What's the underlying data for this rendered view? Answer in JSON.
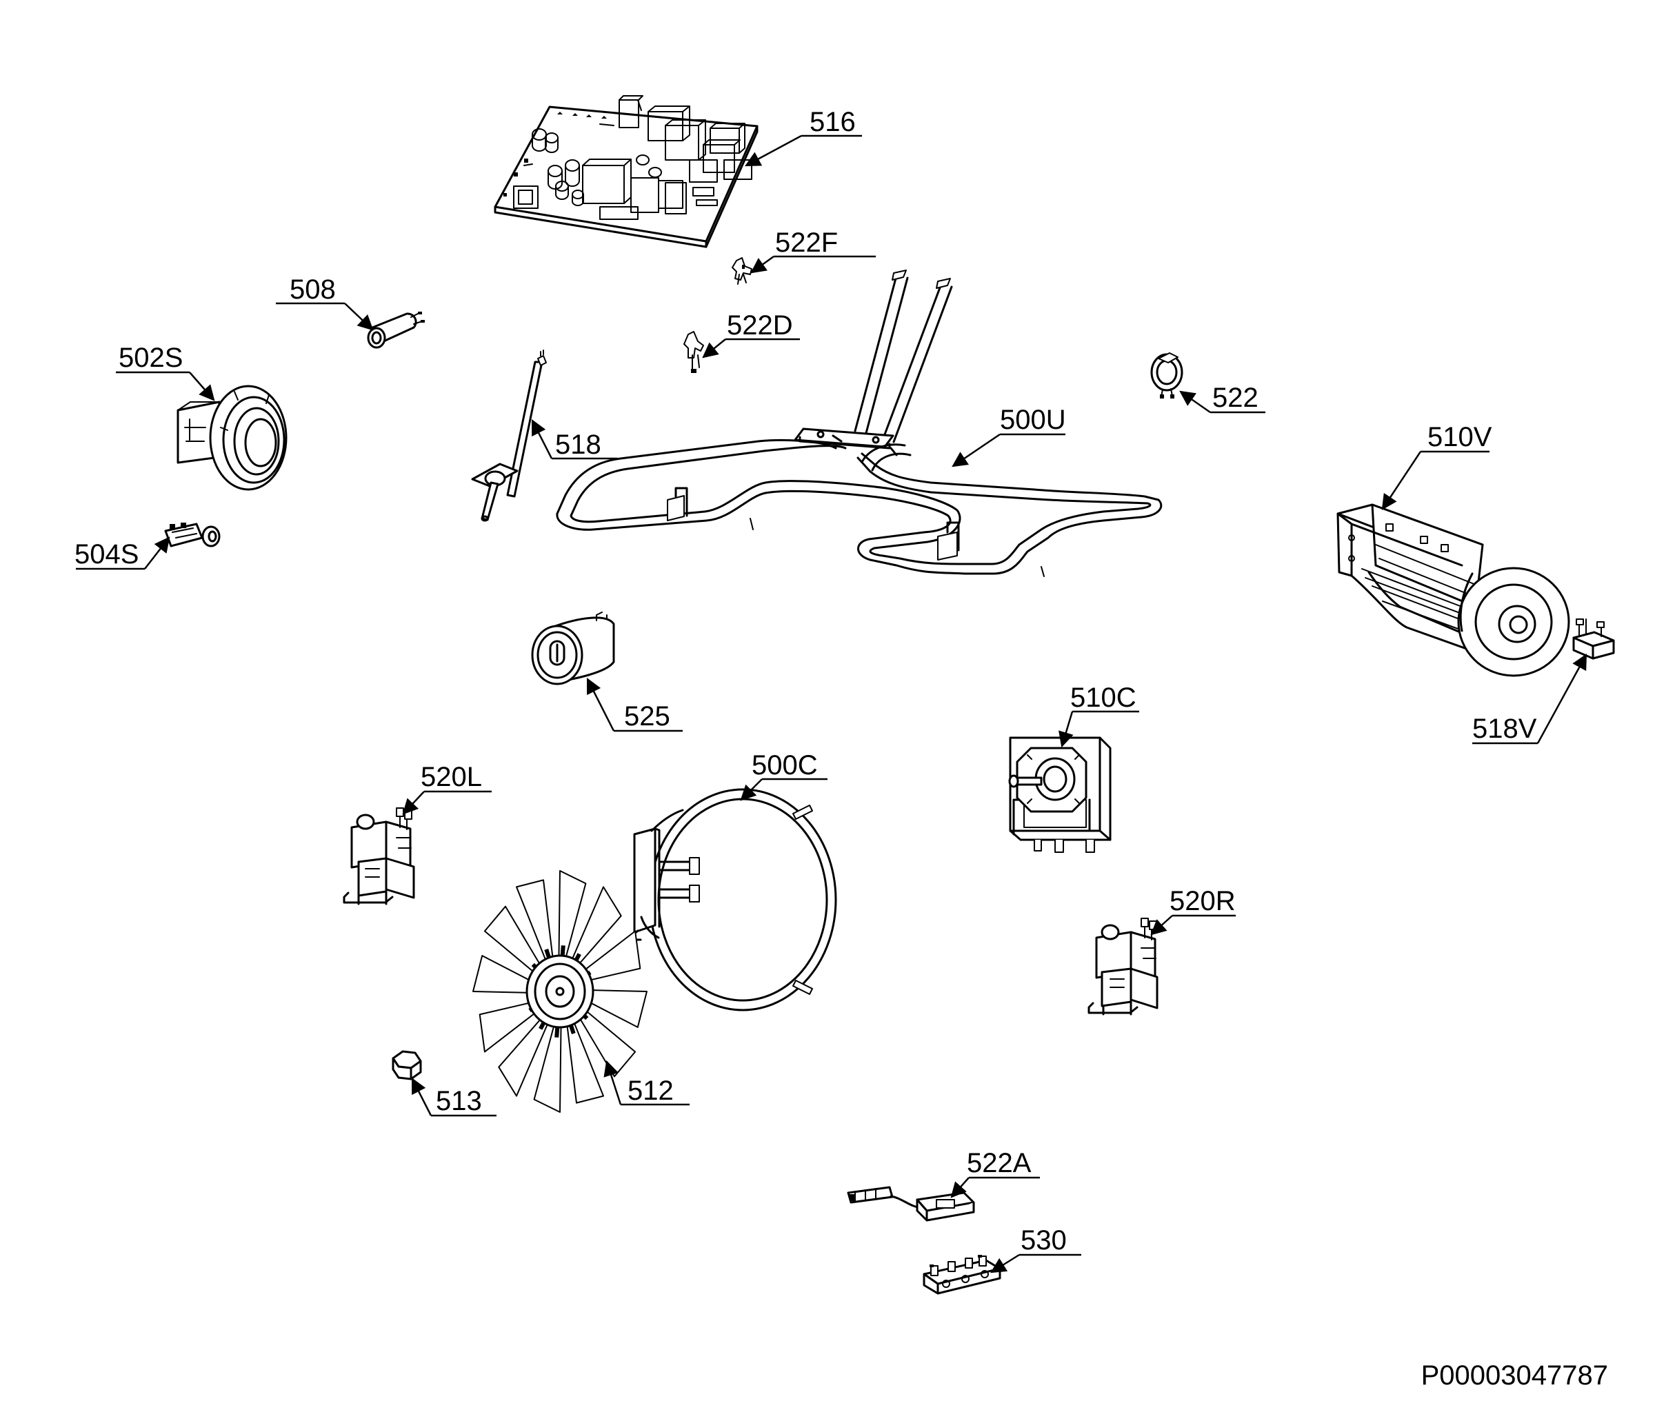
{
  "document_code": "P00003047787",
  "parts": [
    {
      "id": "516",
      "label": "516"
    },
    {
      "id": "522F",
      "label": "522F"
    },
    {
      "id": "508",
      "label": "508"
    },
    {
      "id": "522D",
      "label": "522D"
    },
    {
      "id": "502S",
      "label": "502S"
    },
    {
      "id": "522",
      "label": "522"
    },
    {
      "id": "518",
      "label": "518"
    },
    {
      "id": "500U",
      "label": "500U"
    },
    {
      "id": "510V",
      "label": "510V"
    },
    {
      "id": "504S",
      "label": "504S"
    },
    {
      "id": "525",
      "label": "525"
    },
    {
      "id": "510C",
      "label": "510C"
    },
    {
      "id": "518V",
      "label": "518V"
    },
    {
      "id": "500C",
      "label": "500C"
    },
    {
      "id": "520L",
      "label": "520L"
    },
    {
      "id": "520R",
      "label": "520R"
    },
    {
      "id": "512",
      "label": "512"
    },
    {
      "id": "513",
      "label": "513"
    },
    {
      "id": "522A",
      "label": "522A"
    },
    {
      "id": "530",
      "label": "530"
    }
  ]
}
